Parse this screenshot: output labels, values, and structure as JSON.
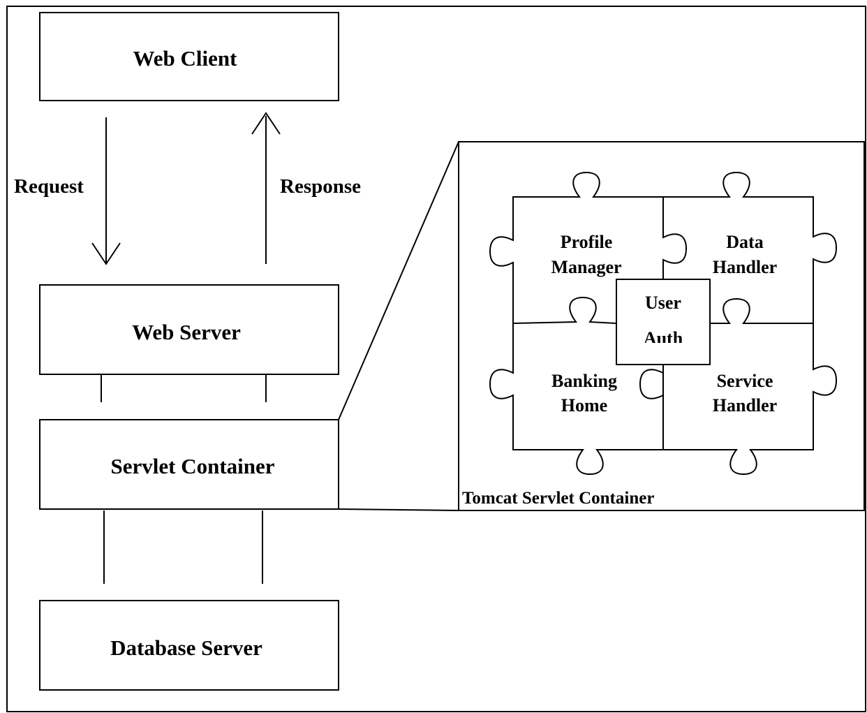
{
  "boxes": {
    "web_client": "Web Client",
    "web_server": "Web Server",
    "servlet_container": "Servlet Container",
    "database_server": "Database Server"
  },
  "arrows": {
    "request": "Request",
    "response": "Response"
  },
  "tomcat": {
    "title": "Tomcat Servlet Container",
    "pieces": {
      "profile_manager": [
        "Profile",
        "Manager"
      ],
      "data_handler": [
        "Data",
        "Handler"
      ],
      "banking_home": [
        "Banking",
        "Home"
      ],
      "service_handler": [
        "Service",
        "Handler"
      ],
      "user_auth": [
        "User",
        "Auth"
      ]
    }
  }
}
